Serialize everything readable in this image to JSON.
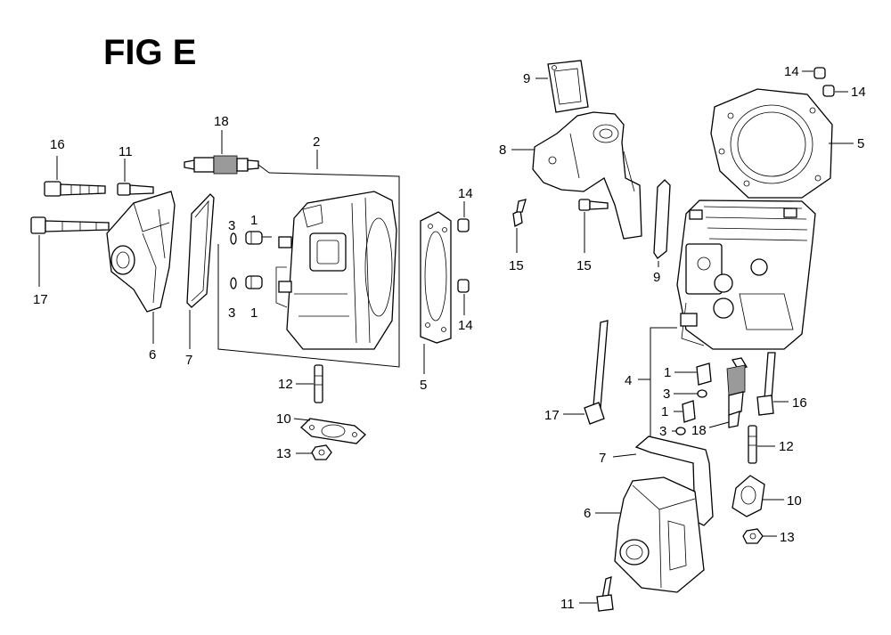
{
  "figure": {
    "title": "FIG E"
  },
  "labels": {
    "l16a": "16",
    "l11a": "11",
    "l18a": "18",
    "l2": "2",
    "l17a": "17",
    "l6a": "6",
    "l7a": "7",
    "l3a": "3",
    "l3b": "3",
    "l1a": "1",
    "l1b": "1",
    "l14a": "14",
    "l14b": "14",
    "l5a": "5",
    "l12a": "12",
    "l10a": "10",
    "l13a": "13",
    "l9a": "9",
    "l8": "8",
    "l15a": "15",
    "l15b": "15",
    "l9b": "9",
    "l14c": "14",
    "l14d": "14",
    "l5b": "5",
    "l4": "4",
    "l1c": "1",
    "l3c": "3",
    "l1d": "1",
    "l3d": "3",
    "l17b": "17",
    "l18b": "18",
    "l16b": "16",
    "l7b": "7",
    "l12b": "12",
    "l6b": "6",
    "l10b": "10",
    "l13b": "13",
    "l11b": "11"
  }
}
